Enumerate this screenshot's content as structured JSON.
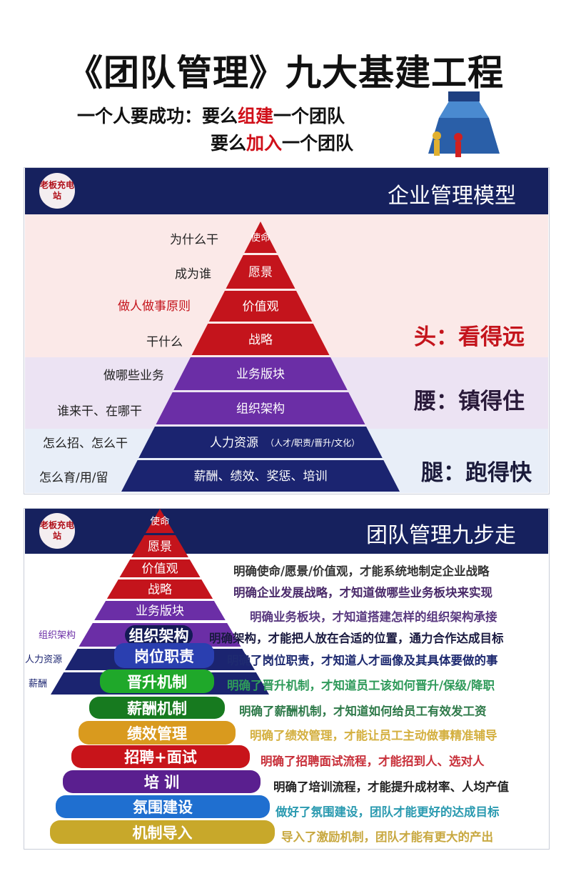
{
  "header": {
    "title": "《团队管理》九大基建工程",
    "subtitle_line1_pre": "一个人要成功：要么",
    "subtitle_line1_hl": "组建",
    "subtitle_line1_post": "一个团队",
    "subtitle_line2_pre": "要么",
    "subtitle_line2_hl": "加入",
    "subtitle_line2_post": "一个团队"
  },
  "logo_text": "老板充电站",
  "colors": {
    "navy": "#16215e",
    "red": "#c4141c",
    "purple": "#6b2ea6",
    "dark_blue": "#1b2470"
  },
  "model": {
    "title": "企业管理模型",
    "layers": [
      "使命",
      "愿景",
      "价值观",
      "战略",
      "业务版块",
      "组织架构",
      "人力资源",
      "薪酬、绩效、奖惩、培训"
    ],
    "hr_note": "（人才/职责/晋升/文化）",
    "questions": [
      "为什么干",
      "成为谁",
      "做人做事原则",
      "干什么",
      "做哪些业务",
      "谁来干、在哪干",
      "怎么招、怎么干",
      "怎么育/用/留"
    ],
    "head": "头：看得远",
    "waist": "腰：镇得住",
    "legs": "腿：跑得快"
  },
  "steps": {
    "title": "团队管理九步走",
    "pyramid": [
      "使命",
      "愿景",
      "价值观",
      "战略",
      "业务版块",
      "组织架构",
      "人力资源",
      "薪酬"
    ],
    "pills": [
      {
        "label": "组织架构",
        "color": "#141a55"
      },
      {
        "label": "岗位职责",
        "color": "#2a3fb0"
      },
      {
        "label": "晋升机制",
        "color": "#1fa82a"
      },
      {
        "label": "薪酬机制",
        "color": "#177a1f"
      },
      {
        "label": "绩效管理",
        "color": "#d99a1e"
      },
      {
        "label": "招聘+面试",
        "color": "#c8141a"
      },
      {
        "label": "培  训",
        "color": "#5a1f8f"
      },
      {
        "label": "氛围建设",
        "color": "#1f6fd0"
      },
      {
        "label": "机制导入",
        "color": "#c8a82a"
      }
    ],
    "descriptions": [
      {
        "text": "明确使命/愿景/价值观，才能系统地制定企业战略",
        "color": "#333333"
      },
      {
        "text": "明确企业发展战略，才知道做哪些业务板块来实现",
        "color": "#4a2a6a"
      },
      {
        "text": "明确业务板块，才知道搭建怎样的组织架构承接",
        "color": "#5a3a80"
      },
      {
        "text": "明确架构，才能把人放在合适的位置，通力合作达成目标",
        "color": "#1a1a40"
      },
      {
        "text": "明确了岗位职责，才知道人才画像及其具体要做的事",
        "color": "#1e2a70"
      },
      {
        "text": "明确了晋升机制，才知道员工该如何晋升/保级/降职",
        "color": "#2f9a5a"
      },
      {
        "text": "明确了薪酬机制，才知道如何给员工有效发工资",
        "color": "#2f7a4a"
      },
      {
        "text": "明确了绩效管理，才能让员工主动做事精准辅导",
        "color": "#d4b040"
      },
      {
        "text": "明确了招聘面试流程，才能招到人、选对人",
        "color": "#c8303a"
      },
      {
        "text": "明确了培训流程，才能提升成材率、人均产值",
        "color": "#222222"
      },
      {
        "text": "做好了氛围建设，团队才能更好的达成目标",
        "color": "#2a9ab0"
      },
      {
        "text": "导入了激励机制，团队才能有更大的产出",
        "color": "#c8a840"
      }
    ]
  }
}
